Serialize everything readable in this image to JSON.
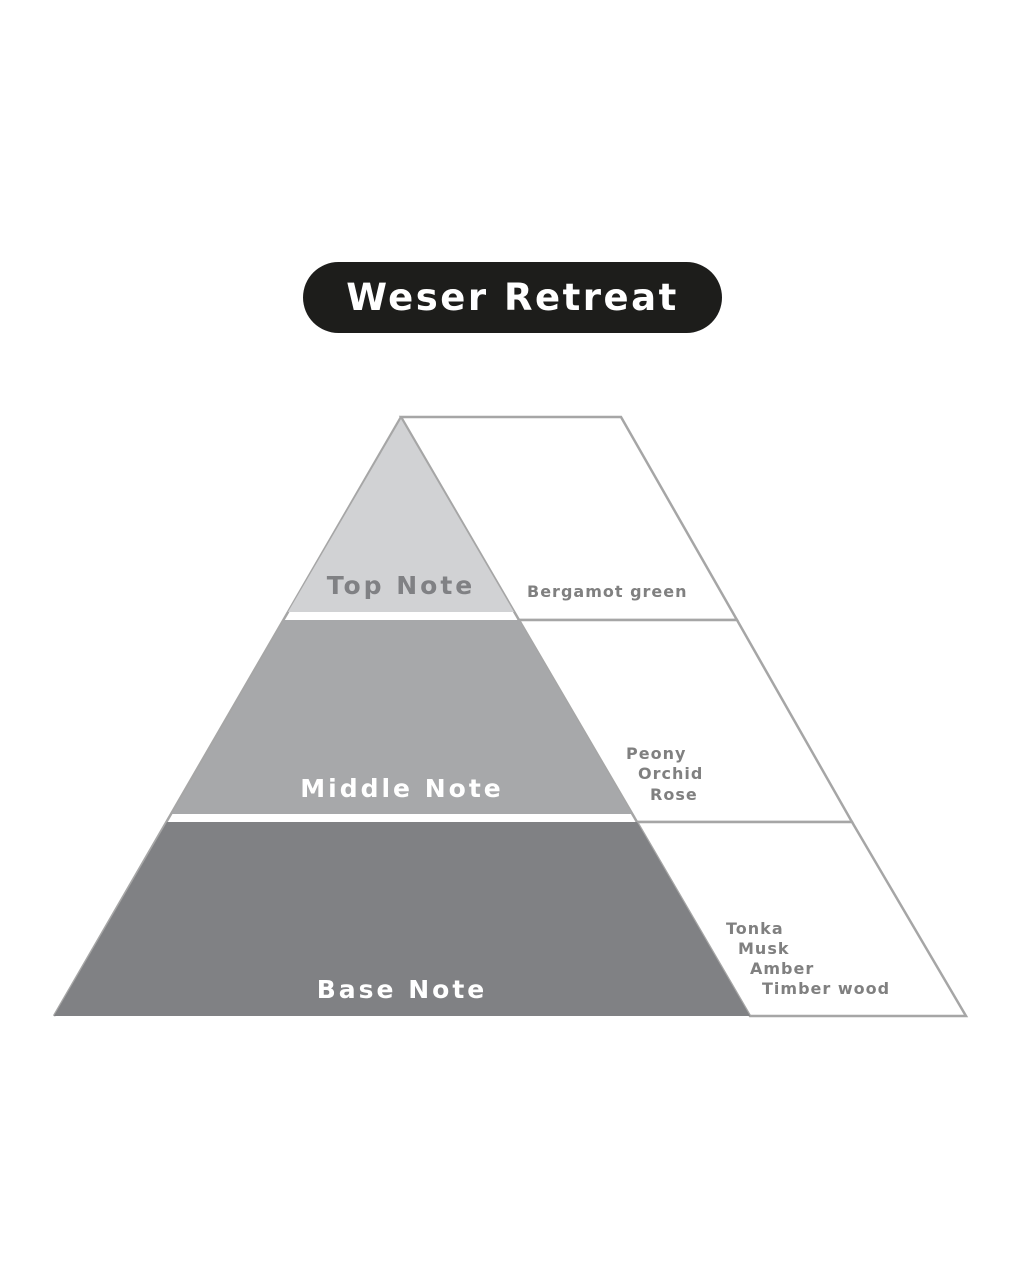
{
  "title": "Weser Retreat",
  "colors": {
    "pill": "#1d1d1b",
    "top_fill": "#d1d2d4",
    "middle_fill": "#a7a8aa",
    "base_fill": "#808184",
    "outline": "#a6a6a6",
    "note_text": "#808080"
  },
  "tiers": {
    "top": {
      "label": "Top Note",
      "notes": [
        "Bergamot green"
      ]
    },
    "middle": {
      "label": "Middle Note",
      "notes": [
        "Peony",
        "Orchid",
        "Rose"
      ]
    },
    "base": {
      "label": "Base Note",
      "notes": [
        "Tonka",
        "Musk",
        "Amber",
        "Timber wood"
      ]
    }
  }
}
